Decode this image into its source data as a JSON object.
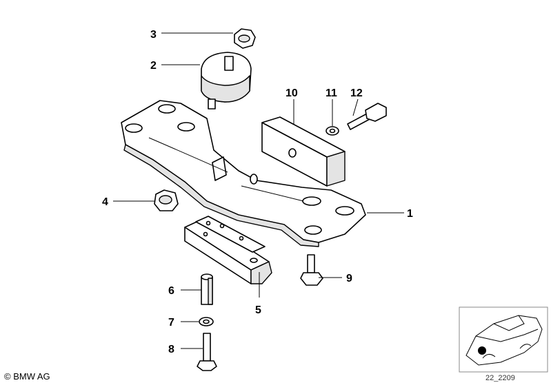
{
  "callouts": [
    {
      "id": "c1",
      "text": "1"
    },
    {
      "id": "c2",
      "text": "2"
    },
    {
      "id": "c3",
      "text": "3"
    },
    {
      "id": "c4",
      "text": "4"
    },
    {
      "id": "c5",
      "text": "5"
    },
    {
      "id": "c6",
      "text": "6"
    },
    {
      "id": "c7",
      "text": "7"
    },
    {
      "id": "c8",
      "text": "8"
    },
    {
      "id": "c9",
      "text": "9"
    },
    {
      "id": "c10",
      "text": "10"
    },
    {
      "id": "c11",
      "text": "11"
    },
    {
      "id": "c12",
      "text": "12"
    }
  ],
  "footer": {
    "copyright": "© BMW AG",
    "reference_code": "22_2209"
  }
}
